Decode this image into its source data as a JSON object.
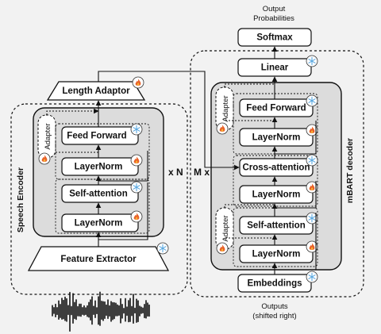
{
  "top_label": [
    "Output",
    "Probabilities"
  ],
  "bottom_label": [
    "Outputs",
    "(shifted right)"
  ],
  "encoder": {
    "section_label": "Speech Encoder",
    "repeat_label": "x N",
    "length_adaptor": "Length Adaptor",
    "adapter": "Adapter",
    "feed_forward": "Feed Forward",
    "layernorm_top": "LayerNorm",
    "self_attention": "Self-attention",
    "layernorm_bottom": "LayerNorm",
    "feature_extractor": "Feature Extractor"
  },
  "decoder": {
    "section_label": "mBART decoder",
    "repeat_label": "M x",
    "softmax": "Softmax",
    "linear": "Linear",
    "adapter_top": "Adapter",
    "feed_forward": "Feed Forward",
    "layernorm_1": "LayerNorm",
    "cross_attention": "Cross-attention",
    "layernorm_2": "LayerNorm",
    "adapter_bottom": "Adapter",
    "self_attention": "Self-attention",
    "layernorm_3": "LayerNorm",
    "embeddings": "Embeddings"
  },
  "icons": {
    "trainable": "fire-icon",
    "frozen": "snowflake-icon"
  },
  "colors": {
    "background": "#f2f2f2",
    "block_fill": "#dcdcdc",
    "box_fill": "#ffffff",
    "stroke": "#1a1a1a",
    "fire": "#e8622a",
    "frozen": "#5aa8e0"
  }
}
